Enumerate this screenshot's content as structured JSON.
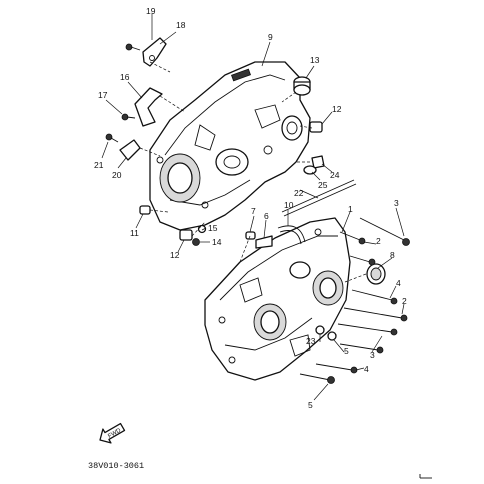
{
  "diagram": {
    "doc_code": "38V010-3061",
    "arrow_text": "FWD",
    "part_numbers": [
      "1",
      "2",
      "3",
      "4",
      "5",
      "6",
      "7",
      "8",
      "9",
      "10",
      "11",
      "12",
      "13",
      "14",
      "15",
      "16",
      "17",
      "18",
      "19",
      "20",
      "21",
      "22",
      "23",
      "24",
      "25"
    ]
  }
}
